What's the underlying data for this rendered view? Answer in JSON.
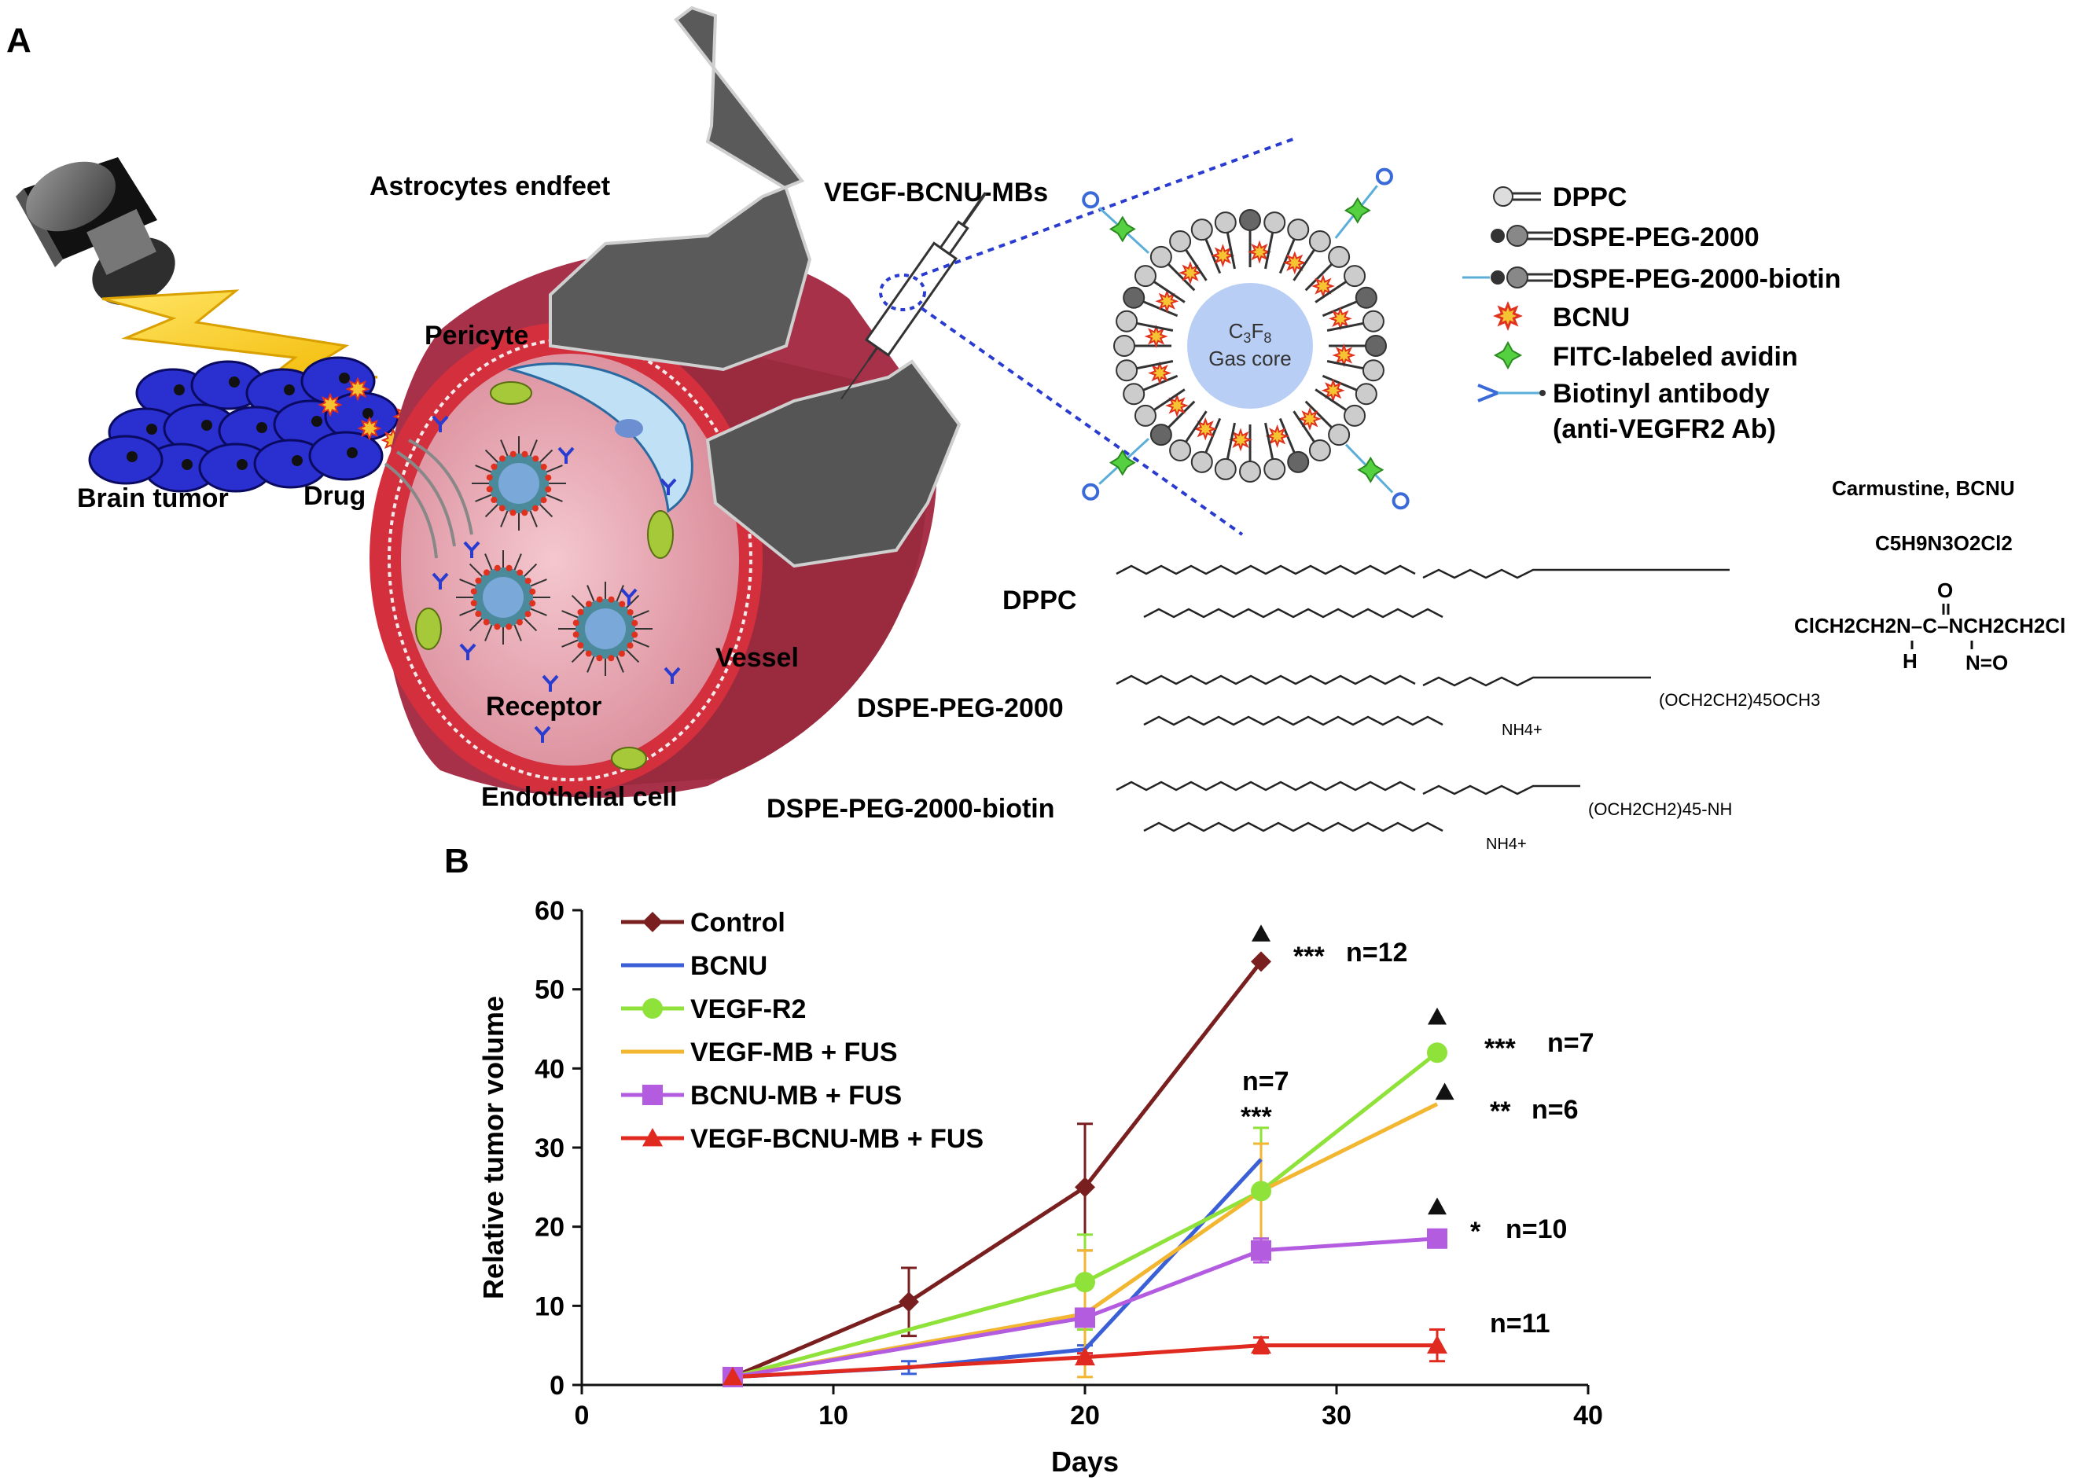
{
  "panel_a": {
    "label": "A",
    "labels": {
      "astrocytes": "Astrocytes endfeet",
      "pericyte": "Pericyte",
      "brain_tumor": "Brain tumor",
      "drug": "Drug",
      "vessel": "Vessel",
      "receptor": "Receptor",
      "endothelial": "Endothelial cell",
      "mbs": "VEGF-BCNU-MBs",
      "core_formula": "C3F8",
      "core_text": "Gas core"
    },
    "legend": [
      {
        "text": "DPPC",
        "icon": "dppc-icon"
      },
      {
        "text": "DSPE-PEG-2000",
        "icon": "dspe-peg-icon"
      },
      {
        "text": "DSPE-PEG-2000-biotin",
        "icon": "dspe-peg-biotin-icon"
      },
      {
        "text": "BCNU",
        "icon": "bcnu-star-icon"
      },
      {
        "text": "FITC-labeled avidin",
        "icon": "avidin-star-icon"
      },
      {
        "text": "Biotinyl antibody",
        "icon": "antibody-icon"
      },
      {
        "text": "(anti-VEGFR2 Ab)",
        "icon": ""
      }
    ],
    "structures": {
      "dppc": "DPPC",
      "dspe": "DSPE-PEG-2000",
      "dspe_biotin": "DSPE-PEG-2000-biotin",
      "dspe_peg_tail": "(OCH2CH2)45OCH3",
      "dspe_biotin_tail": "(OCH2CH2)45-NH",
      "nh4": "NH4+",
      "carmustine_name": "Carmustine, BCNU",
      "carmustine_formula": "C5H9N3O2Cl2",
      "carmustine_line": "ClCH2CH2N–C–NCH2CH2Cl",
      "carmustine_o": "O",
      "carmustine_h": "H",
      "carmustine_no": "N=O"
    }
  },
  "panel_b": {
    "label": "B",
    "ann_n12": "n=12",
    "ann_n7_top": "n=7",
    "ann_n7": "n=7",
    "ann_n6": "n=6",
    "ann_n10": "n=10",
    "ann_n11": "n=11",
    "ann_star3": "***",
    "ann_star2": "**",
    "ann_star1": "*"
  },
  "chart_data": {
    "type": "line",
    "xlabel": "Days",
    "ylabel": "Relative tumor volume",
    "xlim": [
      0,
      40
    ],
    "ylim": [
      0,
      60
    ],
    "xticks": [
      0,
      10,
      20,
      30,
      40
    ],
    "yticks": [
      0,
      10,
      20,
      30,
      40,
      50,
      60
    ],
    "legend_position": "top-left",
    "series": [
      {
        "name": "Control",
        "color": "#7a1f1f",
        "marker": "diamond",
        "x": [
          6,
          13,
          20,
          27
        ],
        "y": [
          1,
          10.5,
          25,
          53.5
        ],
        "err": [
          0,
          4.3,
          8,
          0
        ]
      },
      {
        "name": "BCNU",
        "color": "#3a5fd6",
        "marker": "none",
        "x": [
          6,
          13,
          20,
          27
        ],
        "y": [
          1,
          2.2,
          4.5,
          28.5
        ],
        "err": [
          0,
          0.8,
          0.5,
          0
        ]
      },
      {
        "name": "VEGF-R2",
        "color": "#8fe23a",
        "marker": "circle",
        "x": [
          6,
          20,
          27,
          34
        ],
        "y": [
          1,
          13,
          24.5,
          42
        ],
        "err": [
          0,
          6,
          8,
          0
        ]
      },
      {
        "name": "VEGF-MB + FUS",
        "color": "#f2b631",
        "marker": "none",
        "x": [
          6,
          20,
          27,
          34
        ],
        "y": [
          1,
          9,
          24.5,
          35.5
        ],
        "err": [
          0,
          8,
          6,
          0
        ]
      },
      {
        "name": "BCNU-MB + FUS",
        "color": "#b35ce0",
        "marker": "square",
        "x": [
          6,
          20,
          27,
          34
        ],
        "y": [
          1,
          8.5,
          17,
          18.5
        ],
        "err": [
          0,
          0,
          1.5,
          0
        ]
      },
      {
        "name": "VEGF-BCNU-MB + FUS",
        "color": "#e02a1f",
        "marker": "triangle",
        "x": [
          6,
          20,
          27,
          34
        ],
        "y": [
          1,
          3.5,
          5,
          5
        ],
        "err": [
          0,
          0.5,
          1,
          2
        ]
      }
    ],
    "triangles": [
      {
        "x": 27,
        "y": 57
      },
      {
        "x": 34,
        "y": 46.5
      },
      {
        "x": 34.3,
        "y": 37
      },
      {
        "x": 34,
        "y": 22.5
      }
    ]
  }
}
